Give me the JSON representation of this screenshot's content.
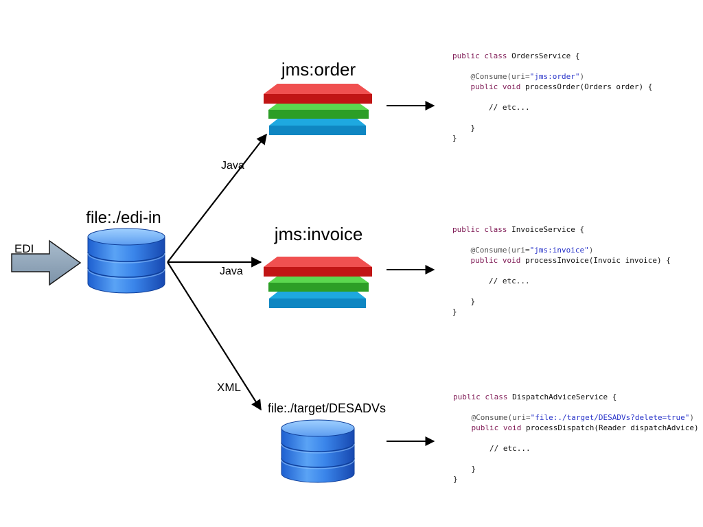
{
  "colors": {
    "arrow_fill": "#8fa3b7",
    "db_blue": "#2f77e0",
    "layer_red": "#e51f1f",
    "layer_green": "#43c33a",
    "layer_cyan": "#1eb2ea",
    "keyword": "#7f1a55",
    "string": "#2a35c9"
  },
  "labels": {
    "edi": "EDI",
    "edi_in": "file:./edi-in",
    "jms_order": "jms:order",
    "jms_invoice": "jms:invoice",
    "desadvs": "file:./target/DESADVs",
    "java1": "Java",
    "java2": "Java",
    "xml": "XML"
  },
  "icons": {
    "input": "block-arrow-icon",
    "source": "database-icon",
    "queue": "layered-stack-icon",
    "target": "database-icon"
  },
  "code": {
    "orders": {
      "kw_public_class": "public class",
      "class_name": " OrdersService {",
      "annotation_open": "@Consume(uri=",
      "uri": "\"jms:order\"",
      "annotation_close": ")",
      "kw_public_void": "public void",
      "method": " processOrder(Orders order) {",
      "comment": "// etc...",
      "close_method": "}",
      "close_class": "}"
    },
    "invoice": {
      "kw_public_class": "public class",
      "class_name": " InvoiceService {",
      "annotation_open": "@Consume(uri=",
      "uri": "\"jms:invoice\"",
      "annotation_close": ")",
      "kw_public_void": "public void",
      "method": " processInvoice(Invoic invoice) {",
      "comment": "// etc...",
      "close_method": "}",
      "close_class": "}"
    },
    "dispatch": {
      "kw_public_class": "public class",
      "class_name": " DispatchAdviceService {",
      "annotation_open": "@Consume(uri=",
      "uri": "\"file:./target/DESADVs?delete=true\"",
      "annotation_close": ")",
      "kw_public_void": "public void",
      "method": " processDispatch(Reader dispatchAdvice) {",
      "comment": "// etc...",
      "close_method": "}",
      "close_class": "}"
    }
  }
}
